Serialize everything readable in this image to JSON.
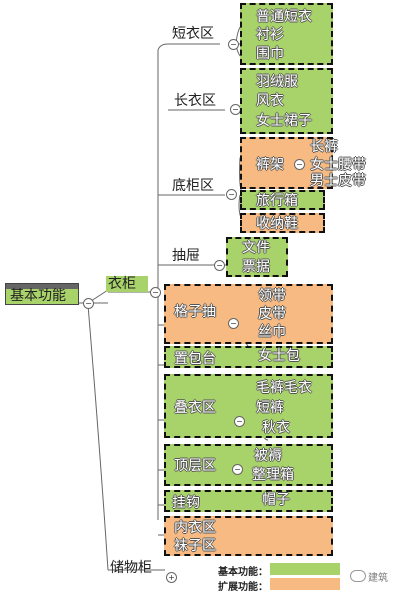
{
  "root": {
    "label": "基本功能"
  },
  "wardrobe": {
    "label": "衣柜"
  },
  "storage": {
    "label": "储物柜"
  },
  "zones": {
    "short": {
      "label": "短衣区",
      "items": [
        "普通短衣",
        "衬衫",
        "围巾"
      ]
    },
    "long": {
      "label": "长衣区",
      "items": [
        "羽绒服",
        "风衣",
        "女士裙子"
      ]
    },
    "bottom": {
      "label": "底柜区",
      "rack": {
        "label": "裤架",
        "items": [
          "长裤",
          "女士腰带",
          "男士皮带"
        ]
      },
      "suitcase": "旅行箱",
      "shoes": "收纳鞋"
    },
    "drawer": {
      "label": "抽屉",
      "items": [
        "文件",
        "票据"
      ]
    },
    "grid": {
      "label": "格子抽",
      "items": [
        "领带",
        "皮带",
        "丝巾"
      ]
    },
    "bag": {
      "label": "置包台",
      "items": [
        "女士包"
      ]
    },
    "fold": {
      "label": "叠衣区",
      "items": [
        "毛裤毛衣",
        "短裤",
        "秋衣"
      ]
    },
    "top": {
      "label": "顶层区",
      "items": [
        "被褥",
        "整理箱"
      ]
    },
    "hook": {
      "label": "挂钩",
      "items": [
        "帽子"
      ]
    },
    "inner": {
      "items": [
        "内衣区",
        "袜子区"
      ]
    }
  },
  "legend": {
    "basic": "基本功能：",
    "extended": "扩展功能：",
    "basic_color": "#a8d26a",
    "extended_color": "#f6ba82"
  },
  "watermark": "建筑"
}
